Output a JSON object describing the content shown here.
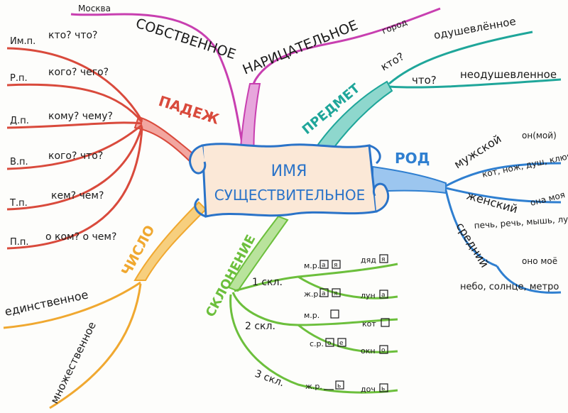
{
  "center": {
    "line1": "ИМЯ",
    "line2": "СУЩЕСТВИТЕЛЬНОЕ"
  },
  "colors": {
    "red": "#d94a3c",
    "magenta": "#c83fb0",
    "teal": "#1fa69a",
    "blue": "#2f7fd0",
    "green": "#6cbf3c",
    "orange": "#f0a830",
    "ink": "#1a1a1a",
    "scroll": "#2a73c8"
  },
  "padezh": {
    "title": "ПАДЕЖ",
    "cases": [
      {
        "abbr": "Им.п.",
        "question": "кто? что?"
      },
      {
        "abbr": "Р.п.",
        "question": "кого? чего?"
      },
      {
        "abbr": "Д.п.",
        "question": "кому? чему?"
      },
      {
        "abbr": "В.п.",
        "question": "кого? что?"
      },
      {
        "abbr": "Т.п.",
        "question": "кем? чем?"
      },
      {
        "abbr": "П.п.",
        "question": "о ком? о чем?"
      }
    ]
  },
  "naming": {
    "proper": "СОБСТВЕННОЕ",
    "proper_example": "Москва",
    "common": "НАРИЦАТЕЛЬНОЕ",
    "common_example": "город"
  },
  "predmet": {
    "title": "ПРЕДМЕТ",
    "q1": "кто?",
    "q1_answer": "одушевлённое",
    "q2": "что?",
    "q2_answer": "неодушевленное"
  },
  "rod": {
    "title": "РОД",
    "genders": [
      {
        "name": "мужской",
        "pronoun": "он(мой)",
        "examples": "кот, нож, душ, ключ"
      },
      {
        "name": "женский",
        "pronoun": "она моя",
        "examples": "печь, речь, мышь, луна"
      },
      {
        "name": "средний",
        "pronoun": "оно моё",
        "examples": "небо, солнце, метро"
      }
    ]
  },
  "chislo": {
    "title": "ЧИСЛО",
    "singular": "единственное",
    "plural": "множественное"
  },
  "sklonenie": {
    "title": "СКЛОНЕНИЕ",
    "groups": [
      {
        "label": "1 скл.",
        "rows": [
          {
            "gender": "м.р.",
            "endings": [
              "а",
              "я"
            ],
            "example": "дяд",
            "example_end": "я"
          },
          {
            "gender": "ж.р.",
            "endings": [
              "а",
              "я"
            ],
            "example": "лун",
            "example_end": "а"
          }
        ]
      },
      {
        "label": "2 скл.",
        "rows": [
          {
            "gender": "м.р.",
            "endings": [
              ""
            ],
            "example": "кот",
            "example_end": ""
          },
          {
            "gender": "с.р.",
            "endings": [
              "о",
              "е"
            ],
            "example": "окн",
            "example_end": "о"
          }
        ]
      },
      {
        "label": "3 скл.",
        "rows": [
          {
            "gender": "ж.р.",
            "endings": [
              "ь"
            ],
            "example": "доч",
            "example_end": "ь"
          }
        ]
      }
    ]
  }
}
